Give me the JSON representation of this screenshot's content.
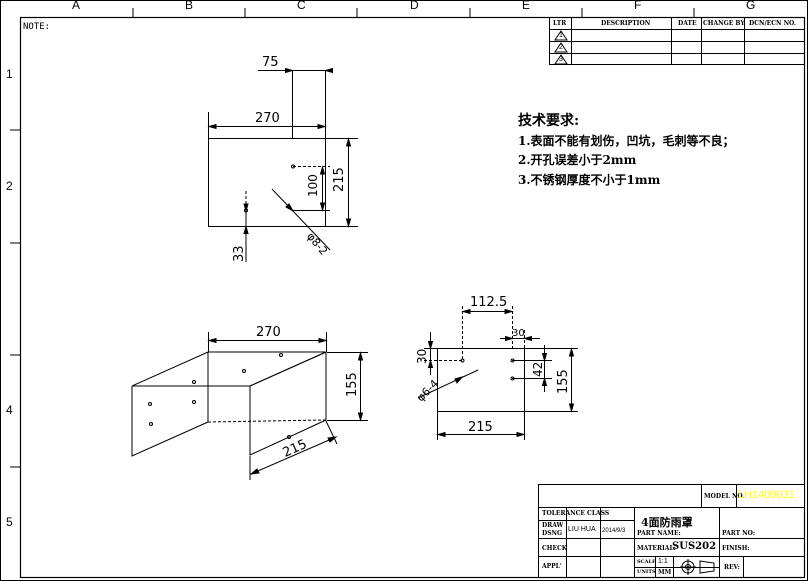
{
  "border": {
    "columns": [
      "A",
      "B",
      "C",
      "D",
      "E",
      "F",
      "G"
    ],
    "rows": [
      "1",
      "2",
      "4",
      "5"
    ],
    "note_label": "NOTE:"
  },
  "revision_table": {
    "headers": [
      "LTR",
      "DESCRIPTION",
      "DATE",
      "CHANGE BY",
      "DCN/ECN NO."
    ],
    "rows": [
      "1",
      "2",
      "3"
    ]
  },
  "tech_requirements": {
    "title": "技术要求:",
    "items": [
      "1.表面不能有划伤，凹坑，毛刺等不良；",
      "2.开孔误差小于2mm",
      "3.不锈钢厚度不小于1mm"
    ]
  },
  "view_top": {
    "dim_width": "270",
    "dim_offset": "75",
    "dim_height": "215",
    "dim_hole_y": "100",
    "dim_hole_bottom": "33",
    "hole_callout": "φ8-2"
  },
  "view_iso": {
    "dim_width": "270",
    "dim_height": "155",
    "dim_depth": "215"
  },
  "view_side": {
    "dim_offset": "112.5",
    "dim_right": "30",
    "dim_top": "30",
    "dim_hole": "42",
    "dim_height": "155",
    "dim_width": "215",
    "hole_callout": "φ6-4"
  },
  "title_block": {
    "model_label": "MODEL NO.",
    "model_value": "LH1409031",
    "tolerance_label": "TOLERANCE CLASS",
    "draw_label": "DRAW",
    "dsng_label": "DSNG",
    "drawer": "LIU HUA",
    "date": "2014/9/3",
    "part_name_cn": "4面防雨罩",
    "part_name_label": "PART NAME:",
    "part_no_label": "PART NO:",
    "check_label": "CHECK",
    "material_label": "MATERIAL:",
    "material_value": "SUS202",
    "finish_label": "FINISH:",
    "appl_label": "APPL'",
    "scale_label": "SCALE",
    "scale_value": "1:1",
    "units_label": "UNITS",
    "units_value": "MM",
    "rev_label": "REV:"
  },
  "colors": {
    "line": "#000000",
    "model_value": "#ffff00"
  }
}
